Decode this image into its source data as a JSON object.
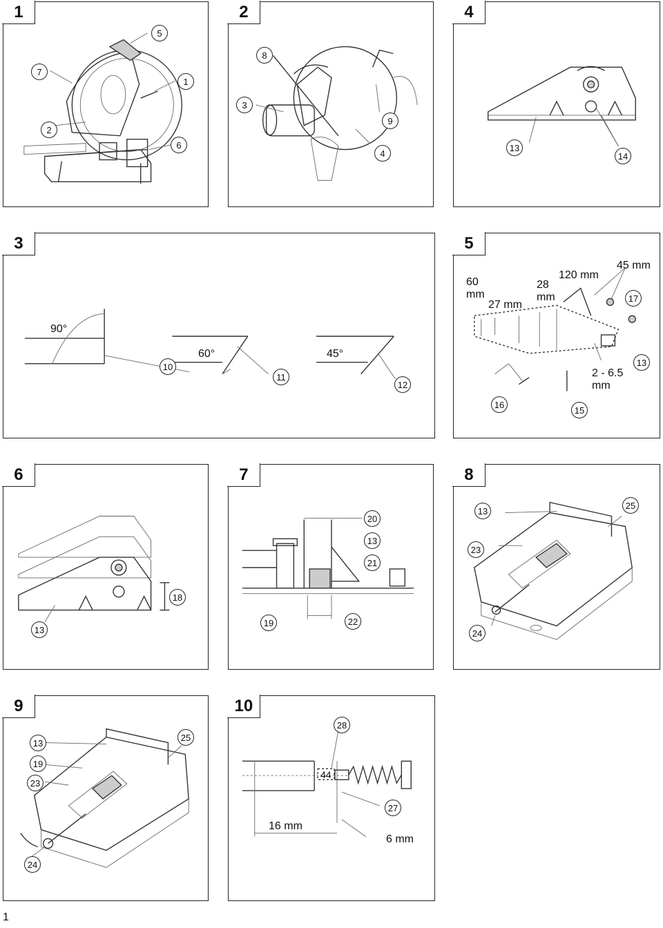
{
  "page_number": "1",
  "panels": {
    "p1": {
      "tab": "1",
      "callouts": [
        "5",
        "7",
        "1",
        "2",
        "6"
      ]
    },
    "p2": {
      "tab": "2",
      "callouts": [
        "8",
        "3",
        "9",
        "4"
      ]
    },
    "p4": {
      "tab": "4",
      "callouts": [
        "13",
        "14"
      ]
    },
    "p3": {
      "tab": "3",
      "angles": [
        "90°",
        "60°",
        "45°"
      ],
      "callouts": [
        "10",
        "11",
        "12"
      ]
    },
    "p5": {
      "tab": "5",
      "dims": [
        "60\nmm",
        "27 mm",
        "28\nmm",
        "120 mm",
        "45 mm",
        "2 - 6.5\nmm"
      ],
      "callouts": [
        "17",
        "13",
        "16",
        "15"
      ]
    },
    "p6": {
      "tab": "6",
      "callouts": [
        "18",
        "13"
      ]
    },
    "p7": {
      "tab": "7",
      "callouts": [
        "20",
        "13",
        "21",
        "19",
        "22"
      ]
    },
    "p8": {
      "tab": "8",
      "callouts": [
        "13",
        "25",
        "23",
        "24"
      ]
    },
    "p9": {
      "tab": "9",
      "callouts": [
        "13",
        "25",
        "19",
        "23",
        "24"
      ]
    },
    "p10": {
      "tab": "10",
      "dims": [
        "44",
        "16 mm",
        "6 mm"
      ],
      "callouts": [
        "28",
        "27"
      ]
    }
  }
}
